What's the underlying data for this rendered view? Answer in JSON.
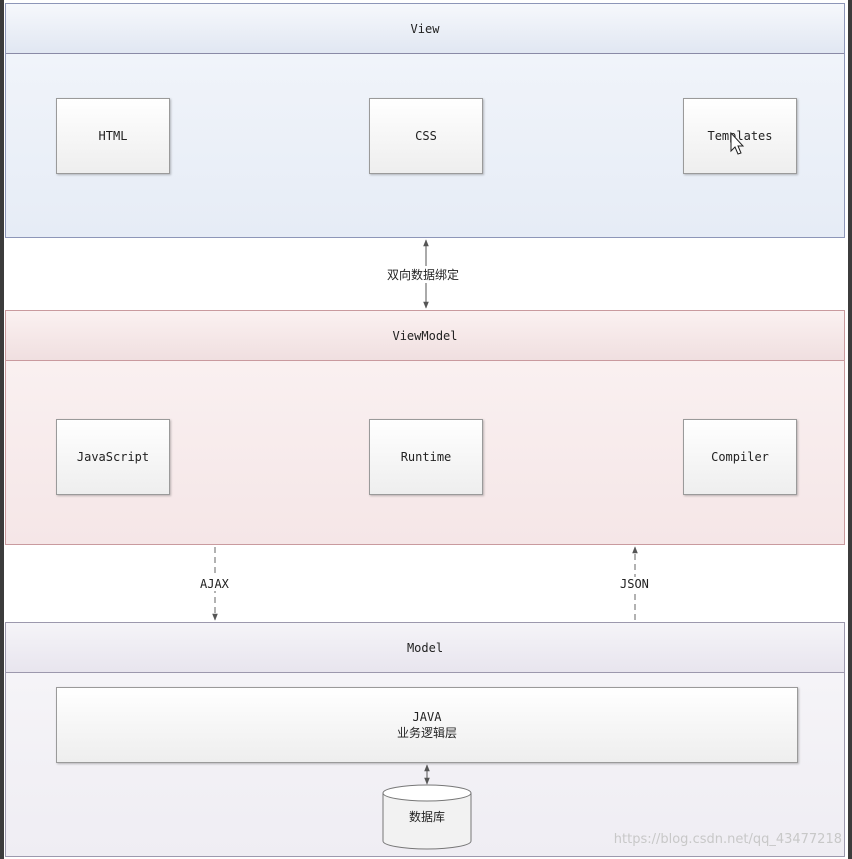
{
  "view": {
    "title": "View",
    "items": [
      "HTML",
      "CSS",
      "Templates"
    ]
  },
  "binding_label": "双向数据绑定",
  "viewmodel": {
    "title": "ViewModel",
    "items": [
      "JavaScript",
      "Runtime",
      "Compiler"
    ]
  },
  "ajax_label": "AJAX",
  "json_label": "JSON",
  "model": {
    "title": "Model",
    "business_line1": "JAVA",
    "business_line2": "业务逻辑层",
    "database": "数据库"
  },
  "watermark": "https://blog.csdn.net/qq_43477218"
}
